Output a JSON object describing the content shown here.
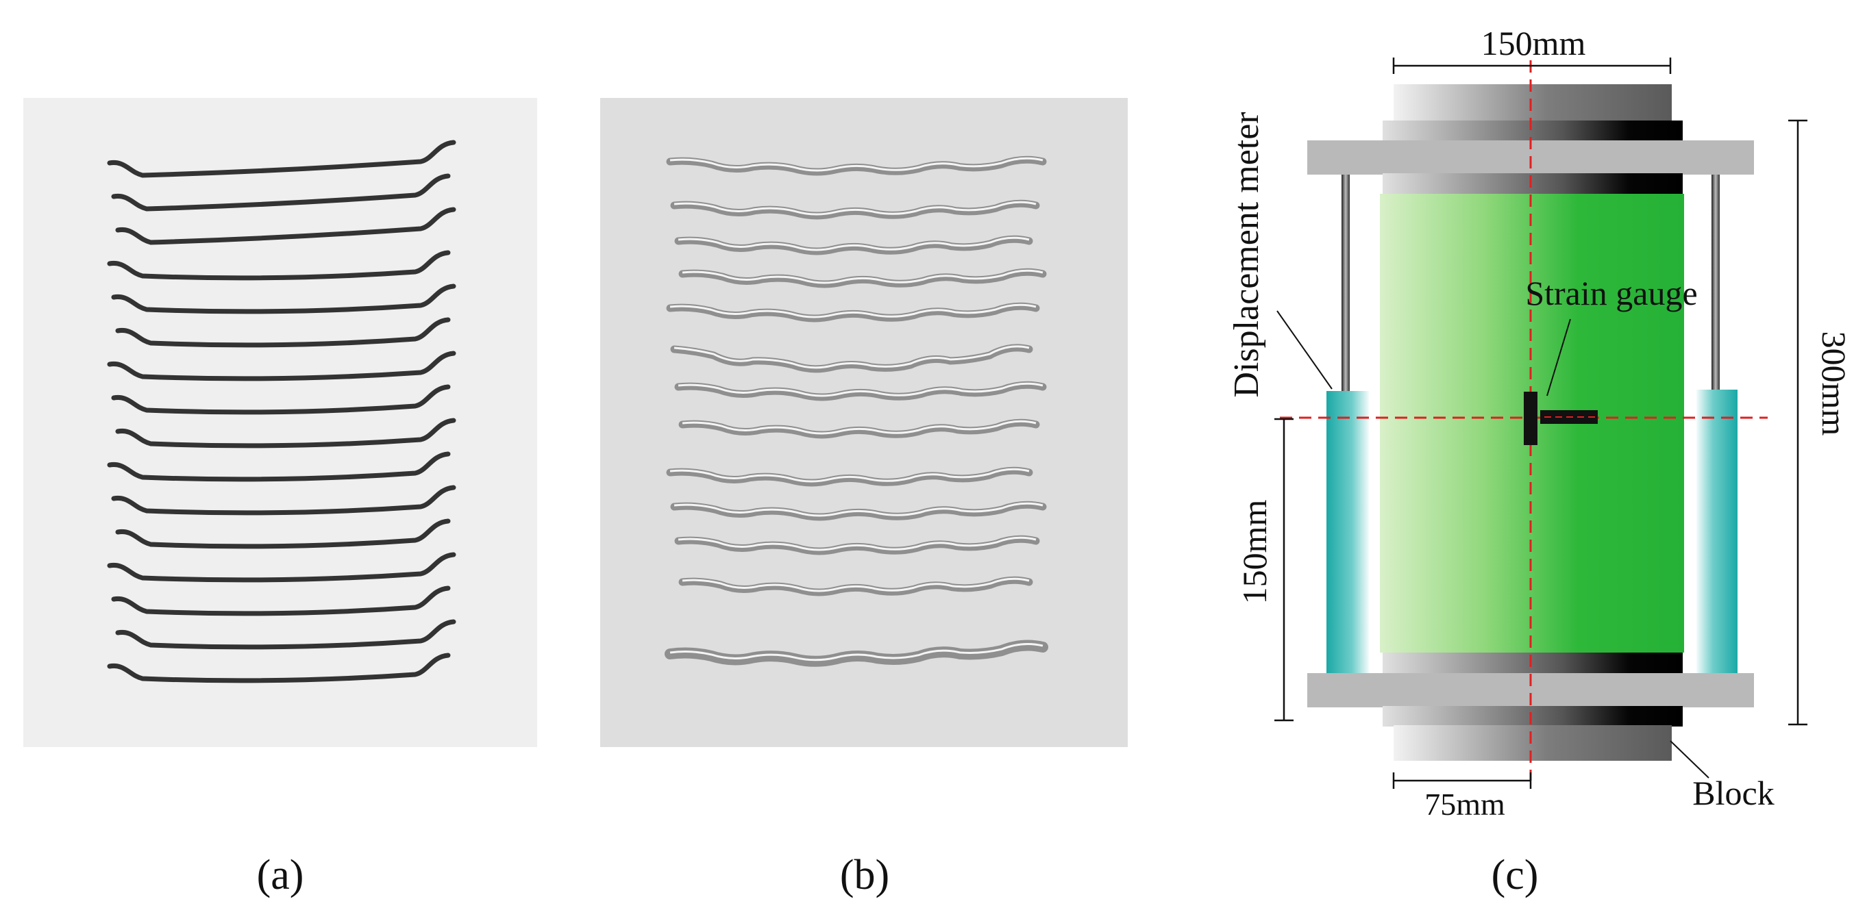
{
  "panels": {
    "a": {
      "caption": "(a)",
      "fiber_count": 16,
      "fiber_color": "#333333",
      "background": "#efefef"
    },
    "b": {
      "caption": "(b)",
      "fiber_count": 13,
      "fiber_color": "#8f8f8f",
      "background": "#dedede"
    },
    "c": {
      "caption": "(c)",
      "labels": {
        "top_width": "150mm",
        "height": "300mm",
        "lower_height": "150mm",
        "half_width": "75mm",
        "displacement_meter": "Displacement meter",
        "strain_gauge": "Strain gauge",
        "block": "Block"
      },
      "colors": {
        "specimen": "#2eb83a",
        "specimen_light": "#d9f0c8",
        "meter": "#1aa9a6",
        "plate": "#b9b9b9",
        "centerline": "#e02020"
      }
    }
  }
}
